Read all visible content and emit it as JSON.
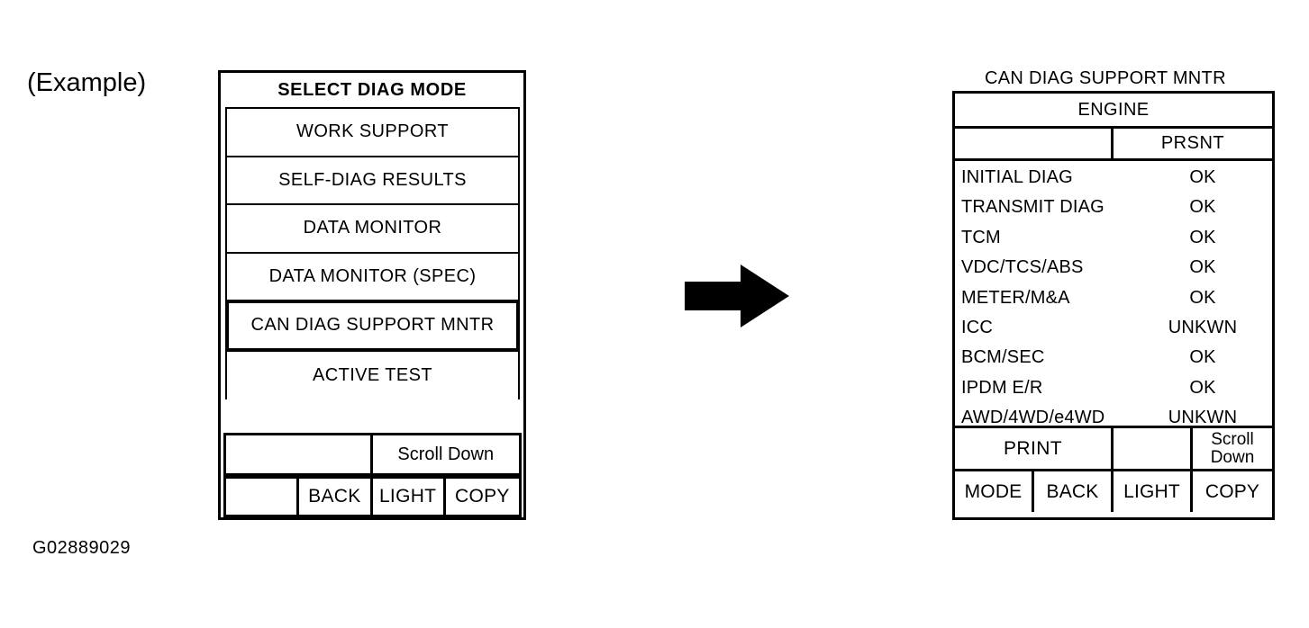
{
  "figure": {
    "example_label": "(Example)",
    "figure_id": "G02889029",
    "arrow_icon": "right-arrow-icon"
  },
  "left_screen": {
    "title": "SELECT DIAG MODE",
    "menu_items": [
      {
        "label": "WORK SUPPORT",
        "selected": false
      },
      {
        "label": "SELF-DIAG RESULTS",
        "selected": false
      },
      {
        "label": "DATA MONITOR",
        "selected": false
      },
      {
        "label": "DATA MONITOR (SPEC)",
        "selected": false
      },
      {
        "label": "CAN DIAG SUPPORT MNTR",
        "selected": true
      },
      {
        "label": "ACTIVE TEST",
        "selected": false
      }
    ],
    "strip_upper": {
      "left_label": "",
      "right_label": "Scroll Down"
    },
    "strip_lower": {
      "buttons": [
        "",
        "BACK",
        "LIGHT",
        "COPY"
      ]
    }
  },
  "right_screen": {
    "caption": "CAN DIAG SUPPORT MNTR",
    "ecu": "ENGINE",
    "columns": [
      "",
      "PRSNT"
    ],
    "rows": [
      {
        "name": "INITIAL DIAG",
        "prsnt": "OK"
      },
      {
        "name": "TRANSMIT DIAG",
        "prsnt": "OK"
      },
      {
        "name": "TCM",
        "prsnt": "OK"
      },
      {
        "name": "VDC/TCS/ABS",
        "prsnt": "OK"
      },
      {
        "name": "METER/M&A",
        "prsnt": "OK"
      },
      {
        "name": "ICC",
        "prsnt": "UNKWN"
      },
      {
        "name": "BCM/SEC",
        "prsnt": "OK"
      },
      {
        "name": "IPDM E/R",
        "prsnt": "OK"
      },
      {
        "name": "AWD/4WD/e4WD",
        "prsnt": "UNKWN"
      }
    ],
    "strip_upper": {
      "print_label": "PRINT",
      "blank_label": "",
      "scroll_line1": "Scroll",
      "scroll_line2": "Down"
    },
    "strip_lower": {
      "buttons": [
        "MODE",
        "BACK",
        "LIGHT",
        "COPY"
      ]
    }
  },
  "colors": {
    "ink": "#000000",
    "paper": "#ffffff"
  }
}
